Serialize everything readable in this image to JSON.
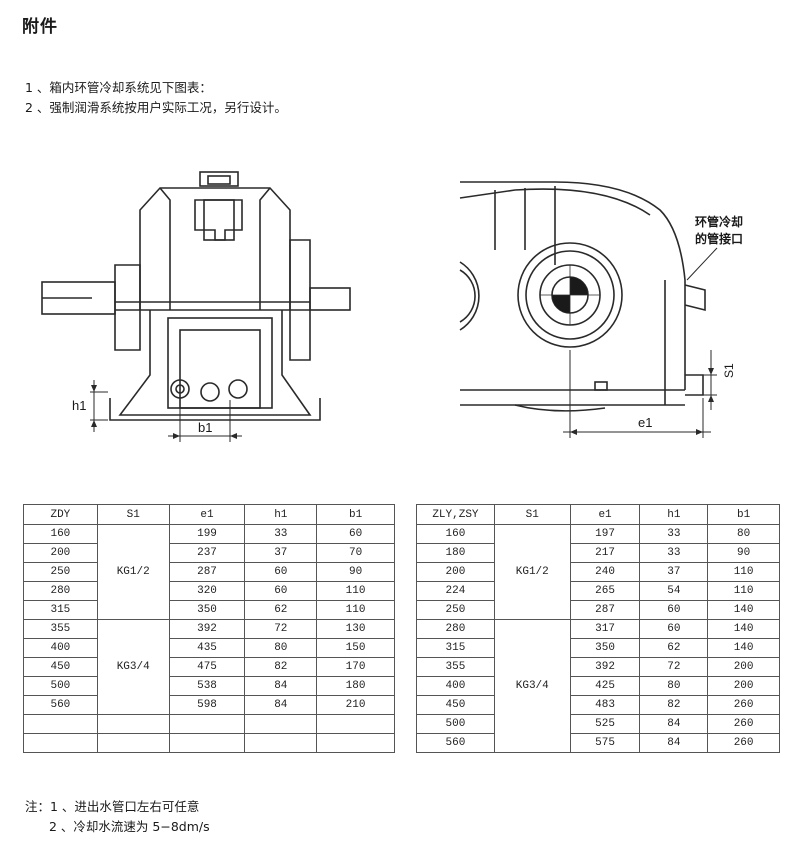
{
  "title": "附件",
  "intro": [
    "1 、箱内环管冷却系统见下图表：",
    "2 、强制润滑系统按用户实际工况，另行设计。"
  ],
  "figure_left": {
    "dim_h": "h1",
    "dim_b": "b1"
  },
  "figure_right": {
    "callout_line1": "环管冷却",
    "callout_line2": "的管接口",
    "dim_s": "S1",
    "dim_e": "e1"
  },
  "table_left": {
    "headers": [
      "ZDY",
      "S1",
      "e1",
      "h1",
      "b1"
    ],
    "rows": [
      [
        "160",
        "199",
        "33",
        "60"
      ],
      [
        "200",
        "237",
        "37",
        "70"
      ],
      [
        "250",
        "287",
        "60",
        "90"
      ],
      [
        "280",
        "320",
        "60",
        "110"
      ],
      [
        "315",
        "350",
        "62",
        "110"
      ],
      [
        "355",
        "392",
        "72",
        "130"
      ],
      [
        "400",
        "435",
        "80",
        "150"
      ],
      [
        "450",
        "475",
        "82",
        "170"
      ],
      [
        "500",
        "538",
        "84",
        "180"
      ],
      [
        "560",
        "598",
        "84",
        "210"
      ]
    ],
    "groups": [
      "KG1/2",
      "KG3/4"
    ]
  },
  "table_right": {
    "headers": [
      "ZLY,ZSY",
      "S1",
      "e1",
      "h1",
      "b1"
    ],
    "rows": [
      [
        "160",
        "197",
        "33",
        "80"
      ],
      [
        "180",
        "217",
        "33",
        "90"
      ],
      [
        "200",
        "240",
        "37",
        "110"
      ],
      [
        "224",
        "265",
        "54",
        "110"
      ],
      [
        "250",
        "287",
        "60",
        "140"
      ],
      [
        "280",
        "317",
        "60",
        "140"
      ],
      [
        "315",
        "350",
        "62",
        "140"
      ],
      [
        "355",
        "392",
        "72",
        "200"
      ],
      [
        "400",
        "425",
        "80",
        "200"
      ],
      [
        "450",
        "483",
        "82",
        "260"
      ],
      [
        "500",
        "525",
        "84",
        "260"
      ],
      [
        "560",
        "575",
        "84",
        "260"
      ]
    ],
    "groups": [
      "KG1/2",
      "KG3/4"
    ]
  },
  "notes": {
    "line1": "注：1 、进出水管口左右可任意",
    "line2": "2 、冷却水流速为 5−8dm/s"
  }
}
